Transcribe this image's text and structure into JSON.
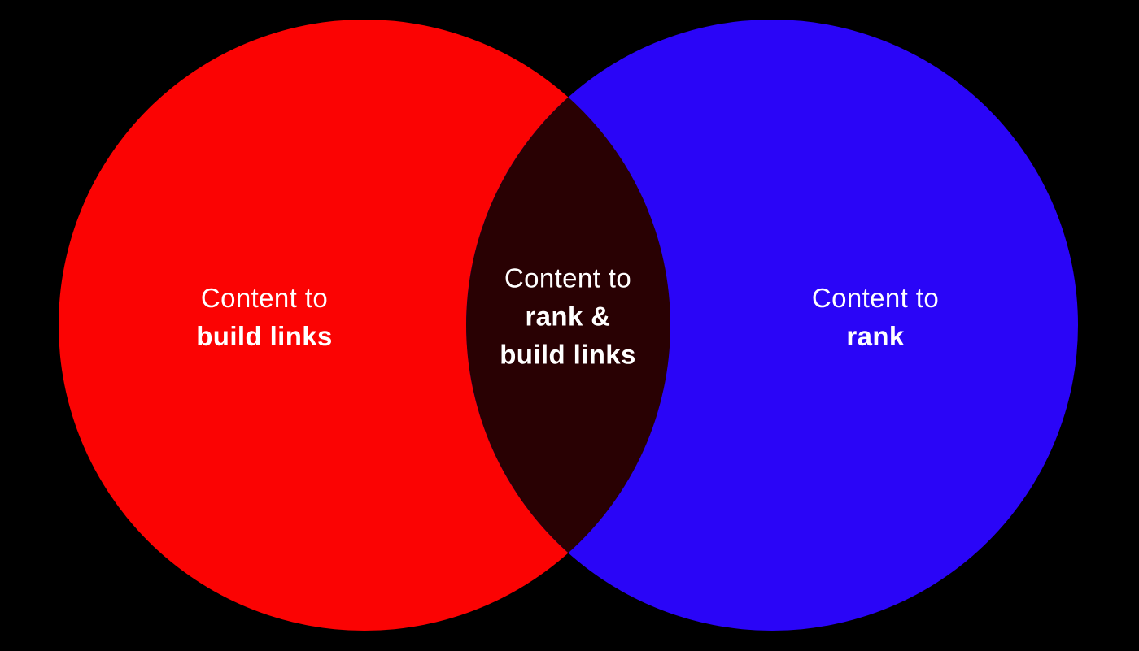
{
  "diagram": {
    "type": "venn",
    "background_color": "#000000",
    "text_color": "#ffffff",
    "left_circle": {
      "color": "#fb0303",
      "label_line1": "Content to",
      "label_line2": "build links"
    },
    "right_circle": {
      "color": "#2a05f7",
      "label_line1": "Content to",
      "label_line2": "rank"
    },
    "overlap": {
      "color": "#290103",
      "label_line1": "Content to",
      "label_line2": "rank &",
      "label_line3": "build links"
    }
  }
}
